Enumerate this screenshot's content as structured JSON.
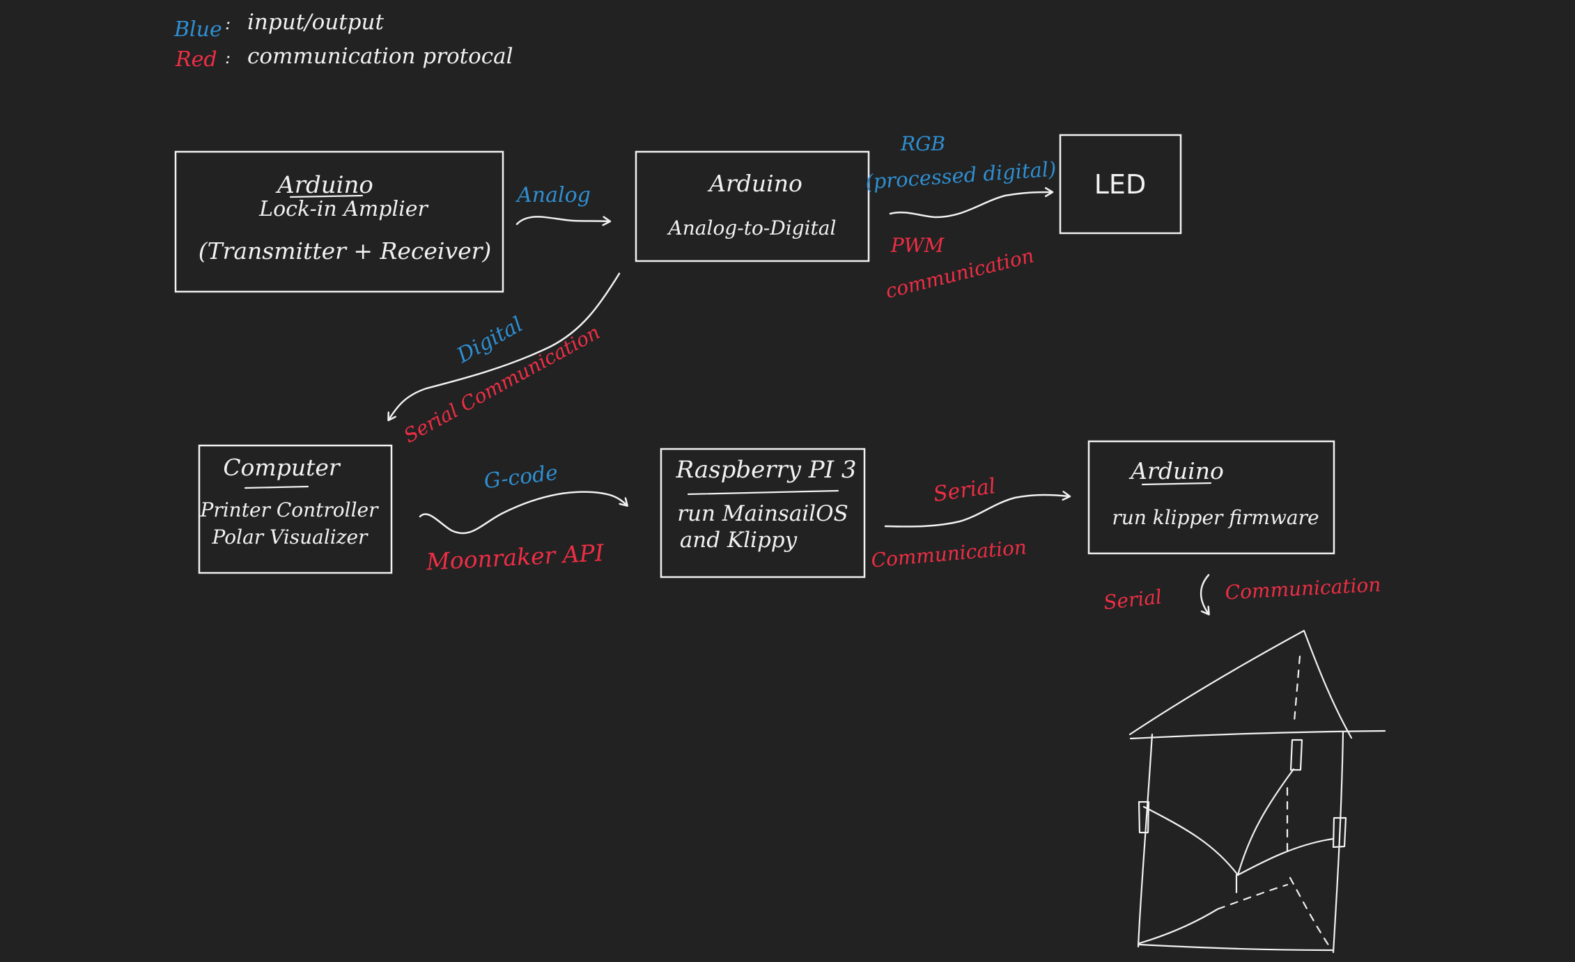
{
  "legend": {
    "blue": {
      "key": "Blue",
      "sep": ":",
      "meaning": "input/output",
      "color": "#2f8fd1"
    },
    "red": {
      "key": "Red",
      "sep": ":",
      "meaning": "communication protocal",
      "color": "#ef2e45"
    }
  },
  "nodes": {
    "lockin": {
      "title": "Arduino",
      "subtitle": "Lock-in Amplier",
      "detail": "(Transmitter + Receiver)"
    },
    "adc": {
      "title": "Arduino",
      "subtitle": "Analog-to-Digital"
    },
    "led": {
      "title": "LED"
    },
    "computer": {
      "title": "Computer",
      "line1": "Printer Controller",
      "line2": "Polar Visualizer"
    },
    "raspi": {
      "title": "Raspberry PI 3",
      "line1": "run MainsailOS",
      "line2": "and Klippy"
    },
    "arduino3": {
      "title": "Arduino",
      "line1": "run klipper firmware"
    }
  },
  "edges": {
    "lockin_to_adc": {
      "io": "Analog"
    },
    "adc_to_led": {
      "io1": "RGB",
      "io2": "(processed digital)",
      "proto1": "PWM",
      "proto2": "communication"
    },
    "adc_to_computer": {
      "io": "Digital",
      "proto": "Serial Communication"
    },
    "computer_to_raspi": {
      "io": "G-code",
      "proto": "Moonraker API"
    },
    "raspi_to_arduino": {
      "proto1": "Serial",
      "proto2": "Communication"
    },
    "arduino_to_printer": {
      "proto1": "Serial",
      "proto2": "Communication"
    }
  },
  "colors": {
    "background": "#222222",
    "ink": "#f2f2f2",
    "io": "#2f8fd1",
    "protocol": "#ef2e45"
  }
}
